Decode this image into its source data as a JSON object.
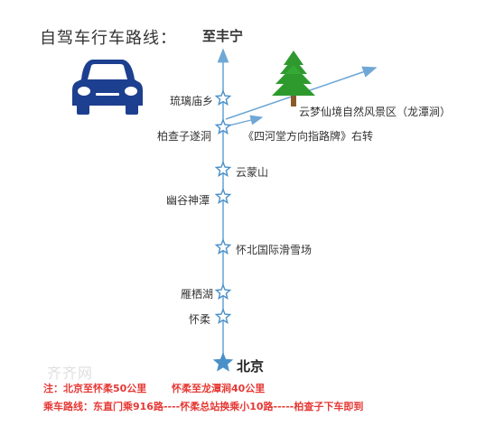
{
  "title": "自驾车行车路线：",
  "destination": "至丰宁",
  "origin": "北京",
  "stops_left": {
    "liuli": "琉璃庙乡",
    "baizhazi": "柏查子遂洞",
    "yougu": "幽谷神潭",
    "yanqi": "雁栖湖",
    "huairou": "怀柔"
  },
  "stops_right": {
    "yunmeng": "云蒙山",
    "huaibei": "怀北国际滑雪场"
  },
  "scenic_area": "云梦仙境自然风景区（龙潭涧）",
  "turn_sign": "《四河堂方向指路牌》右转",
  "notes": {
    "line1_a": "注：北京至怀柔50公里",
    "line1_b": "怀柔至龙潭涧40公里",
    "line2": "乘车路线：东直门乘916路----怀柔总站换乘小10路-----柏查子下车即到"
  },
  "watermark": "齐齐网",
  "icons": [
    "car-icon",
    "pine-tree-icon",
    "star-marker-icon",
    "arrow-icon"
  ],
  "colors": {
    "road": "#6fa8d6",
    "car": "#1d3f8f",
    "tree": "#2e9a2e",
    "note": "#e53935",
    "star": "#4a90c8"
  }
}
